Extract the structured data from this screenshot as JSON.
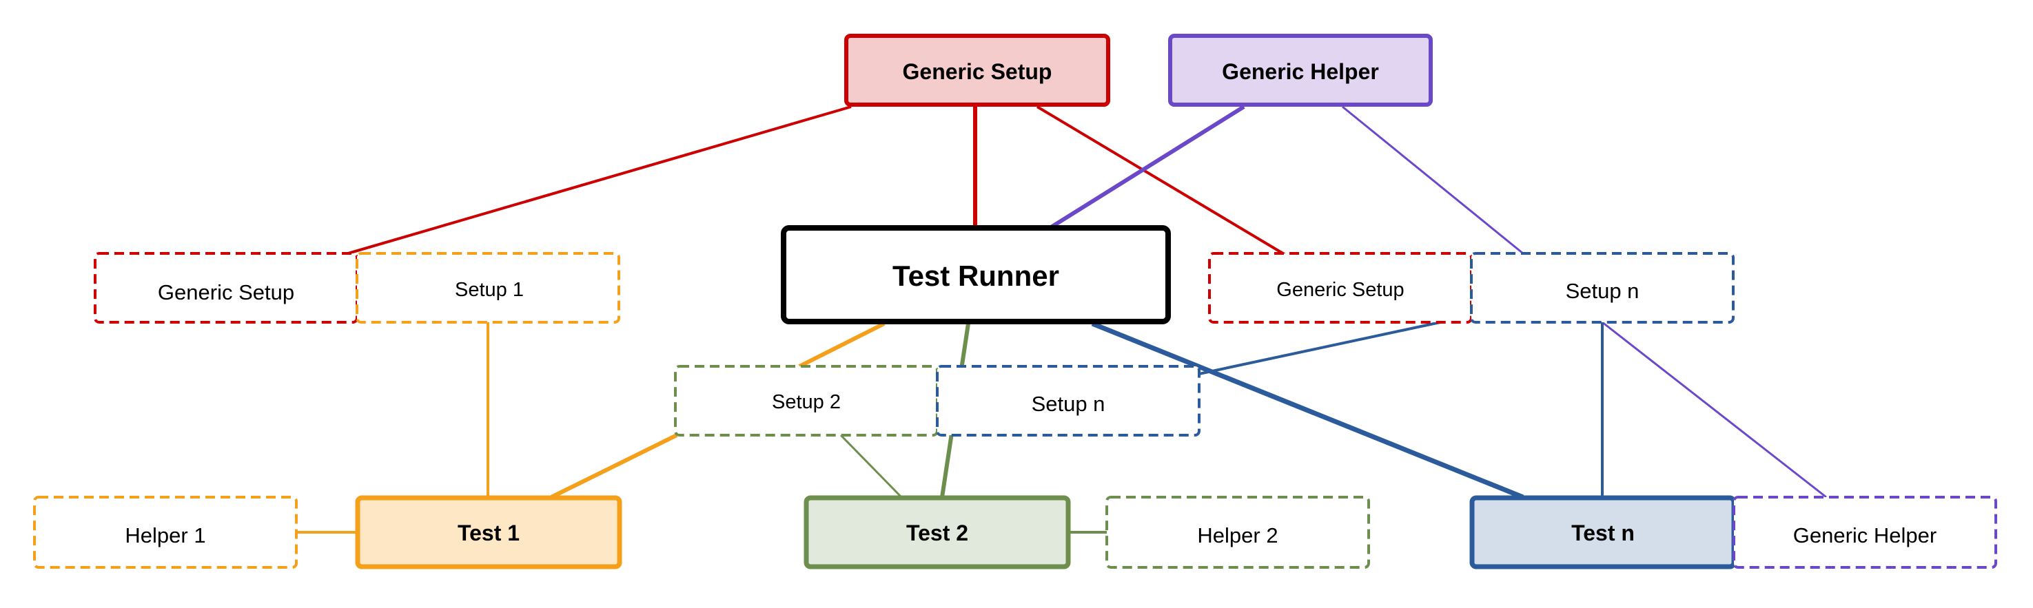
{
  "diagram": {
    "colors": {
      "red": "#cc0000",
      "red_fill": "#f4cccc",
      "purple": "#6b48c9",
      "purple_fill": "#e1d5f2",
      "orange": "#f5a01a",
      "orange_fill": "#fde7c5",
      "green": "#6d8f4e",
      "green_fill": "#e1e8dc",
      "blue": "#2c5b9b",
      "blue_fill": "#d4deea",
      "black": "#000000"
    },
    "nodes": {
      "generic_setup_top": "Generic Setup",
      "generic_helper_top": "Generic Helper",
      "test_runner": "Test Runner",
      "generic_setup_left": "Generic Setup",
      "setup_1": "Setup 1",
      "generic_setup_right": "Generic Setup",
      "setup_n_right": "Setup n",
      "setup_2": "Setup 2",
      "setup_n_mid": "Setup n",
      "helper_1": "Helper 1",
      "test_1": "Test 1",
      "test_2": "Test 2",
      "helper_2": "Helper 2",
      "test_n": "Test n",
      "generic_helper_bottom": "Generic Helper"
    }
  }
}
